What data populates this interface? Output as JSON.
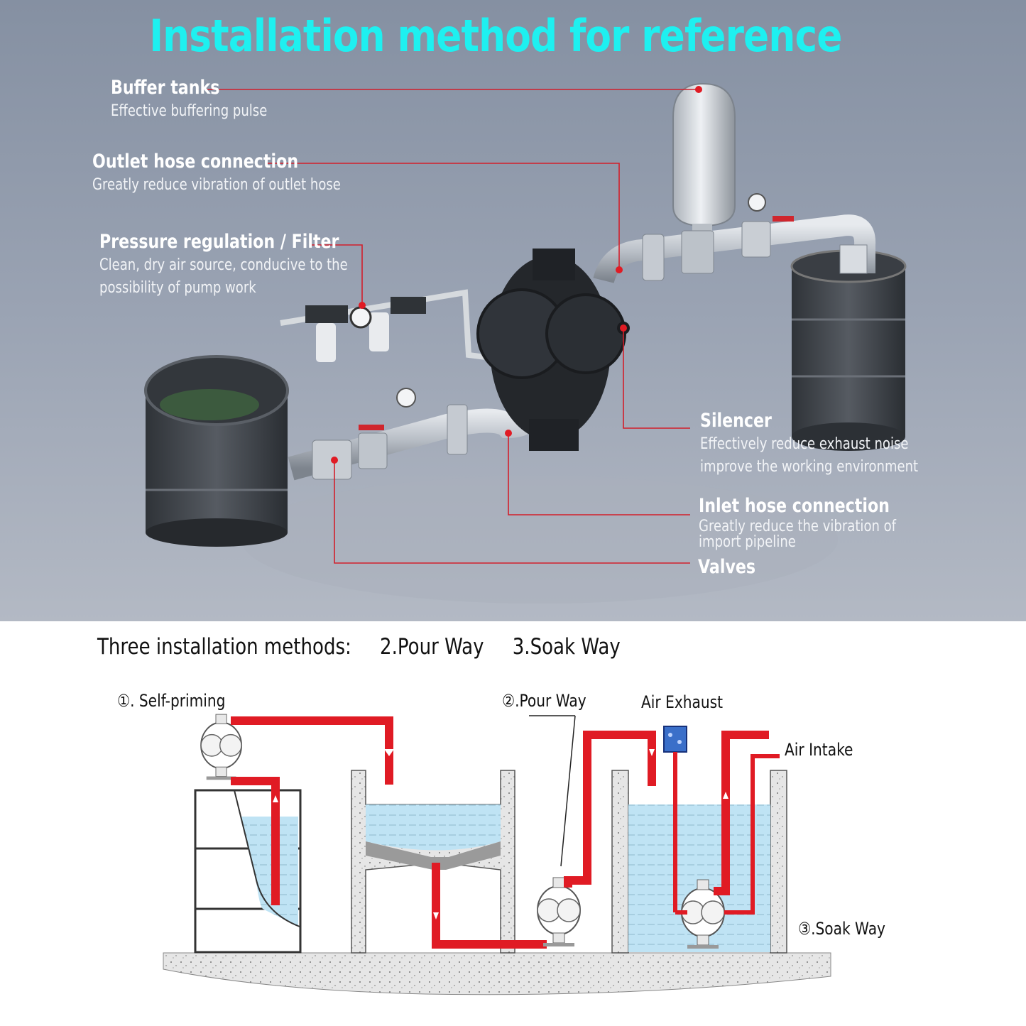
{
  "title": "Installation method for reference",
  "callouts": {
    "buffer_tanks": {
      "heading": "Buffer tanks",
      "desc": "Effective buffering pulse"
    },
    "outlet_hose": {
      "heading": "Outlet hose connection",
      "desc": "Greatly reduce vibration of outlet hose"
    },
    "pressure_filter": {
      "heading": "Pressure regulation / Filter",
      "desc1": "Clean, dry air source, conducive to the",
      "desc2": "possibility of pump work"
    },
    "silencer": {
      "heading": "Silencer",
      "desc1": "Effectively reduce exhaust noise",
      "desc2": "improve the working environment"
    },
    "inlet_hose": {
      "heading": "Inlet hose connection",
      "desc1": "Greatly reduce the vibration of",
      "desc2": "import pipeline"
    },
    "valves": {
      "heading": "Valves"
    }
  },
  "methods": {
    "label": "Three installation methods:",
    "pour": "2.Pour Way",
    "soak": "3.Soak Way"
  },
  "diagram": {
    "self_priming": "①. Self-priming",
    "pour_way": "②.Pour Way",
    "air_exhaust": "Air Exhaust",
    "air_intake": "Air Intake",
    "soak_way": "③.Soak Way"
  },
  "colors": {
    "title": "#1ef0f0",
    "pipe": "#e01b24",
    "water": "#bfe3f4",
    "leader": "#d21f2b"
  }
}
